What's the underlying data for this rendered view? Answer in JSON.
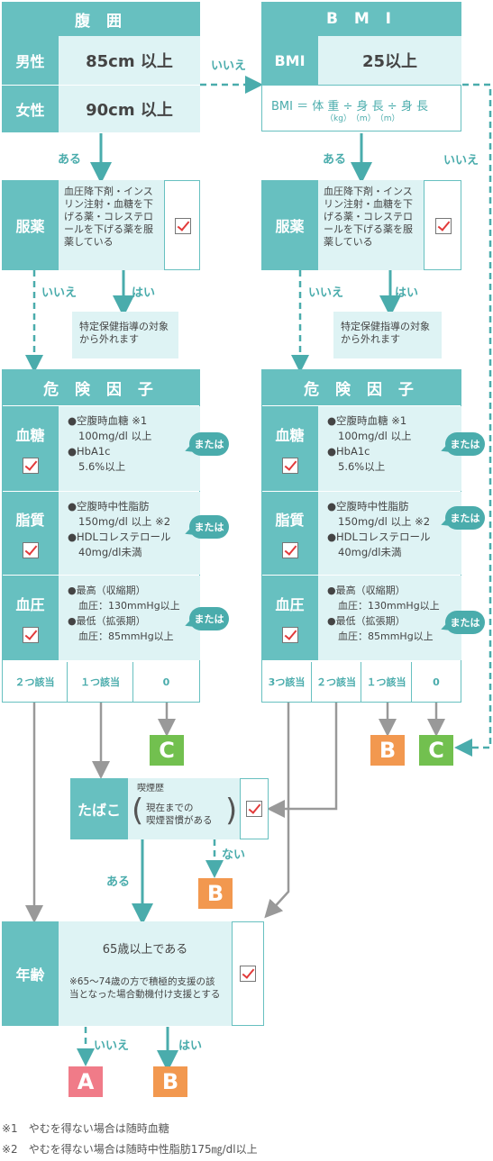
{
  "waist": {
    "title": "腹 囲",
    "male_label": "男性",
    "male_value": "85cm 以上",
    "female_label": "女性",
    "female_value": "90cm 以上"
  },
  "bmi": {
    "title": "B M I",
    "label": "BMI",
    "value": "25以上",
    "formula": "BMI ＝ 体 重 ÷ 身 長 ÷ 身 長",
    "units": "（kg）　（m）　（m）"
  },
  "medication": {
    "label": "服薬",
    "text": "血圧降下剤・インスリン注射・血糖を下げる薬・コレステロールを下げる薬を服薬している",
    "excluded_text": "特定保健指導の対象から外れます"
  },
  "risk": {
    "title": "危 険 因 子",
    "blood_sugar_label": "血糖",
    "blood_sugar_lines": [
      "●空腹時血糖 ※1",
      "100mg/dl 以上",
      "●HbA1c",
      "5.6%以上"
    ],
    "lipid_label": "脂質",
    "lipid_lines": [
      "●空腹時中性脂肪",
      "150mg/dl 以上 ※2",
      "●HDLコレステロール",
      "40mg/dl未満"
    ],
    "bp_label": "血圧",
    "bp_lines": [
      "●最高（収縮期）",
      "血圧：130mmHg以上",
      "●最低（拡張期）",
      "血圧：85mmHg以上"
    ],
    "or_label": "または"
  },
  "left_counts": [
    "２つ該当",
    "１つ該当",
    "0"
  ],
  "right_counts": [
    "3つ該当",
    "２つ該当",
    "１つ該当",
    "0"
  ],
  "arrows": {
    "aru": "ある",
    "iie": "いいえ",
    "hai": "はい",
    "nai": "ない"
  },
  "tobacco": {
    "label": "たばこ",
    "history_label": "喫煙歴",
    "history_text": "現在までの\n喫煙習慣がある"
  },
  "age": {
    "label": "年齢",
    "main": "65歳以上である",
    "note": "※65〜74歳の方で積極的支援の該当となった場合動機付け支援とする"
  },
  "grades": {
    "A": "A",
    "B": "B",
    "C": "C"
  },
  "footnotes": {
    "n1": "※1　やむを得ない場合は随時血糖",
    "n2": "※2　やむを得ない場合は随時中性脂肪175㎎/dl以上"
  },
  "colors": {
    "teal": "#67c0c0",
    "light": "#def3f4",
    "gradeA": "#f07b88",
    "gradeB": "#f2984f",
    "gradeC": "#72c04f"
  }
}
